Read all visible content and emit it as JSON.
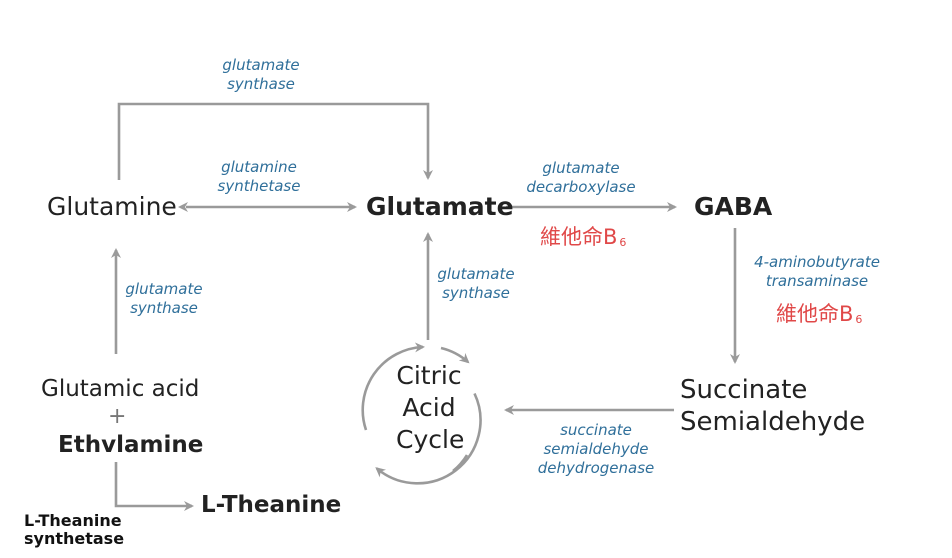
{
  "nodes": {
    "glutamine": "Glutamine",
    "glutamate": "Glutamate",
    "gaba": "GABA",
    "glutamic_acid": "Glutamic acid",
    "plus": "+",
    "ethylamine": "Ethvlamine",
    "l_theanine": "L-Theanine",
    "succinate_line1": "Succinate",
    "succinate_line2": "Semialdehyde",
    "cycle_line1": "Citric",
    "cycle_line2": "Acid",
    "cycle_line3": "Cycle"
  },
  "enzymes": {
    "top_synthase": [
      "glutamate",
      "synthase"
    ],
    "glutamine_synthetase": [
      "glutamine",
      "synthetase"
    ],
    "glutamate_decarboxylase": [
      "glutamate",
      "decarboxylase"
    ],
    "left_synthase": [
      "glutamate",
      "synthase"
    ],
    "cycle_synthase": [
      "glutamate",
      "synthase"
    ],
    "transaminase": [
      "4-aminobutyrate",
      "transaminase"
    ],
    "dehydrogenase": [
      "succinate",
      "semialdehyde",
      "dehydrogenase"
    ]
  },
  "cofactor": {
    "text": "維他命B",
    "subscript": "6"
  },
  "footer": {
    "line1": "L-Theanine",
    "line2": "synthetase"
  },
  "colors": {
    "arrow": "#9a9a9a",
    "enzyme": "#2f6f9a",
    "cofactor": "#e04848",
    "text": "#222222"
  }
}
